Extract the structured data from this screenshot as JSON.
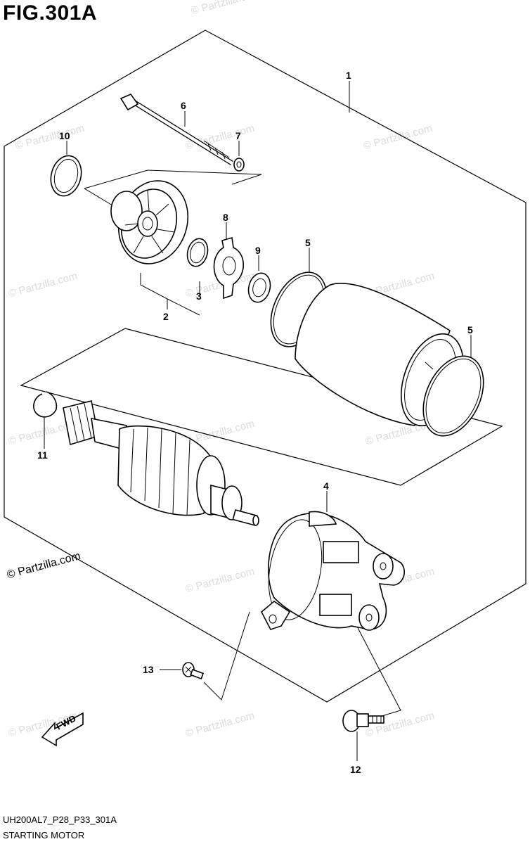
{
  "figure": {
    "title": "FIG.301A",
    "code": "UH200AL7_P28_P33_301A",
    "caption": "STARTING MOTOR",
    "copyright": "© Partzilla.com",
    "watermark": "© Partzilla.com",
    "fwd_label": "FWD"
  },
  "callouts": [
    {
      "id": "1",
      "label": "1"
    },
    {
      "id": "2",
      "label": "2"
    },
    {
      "id": "3",
      "label": "3"
    },
    {
      "id": "4",
      "label": "4"
    },
    {
      "id": "5a",
      "label": "5"
    },
    {
      "id": "5b",
      "label": "5"
    },
    {
      "id": "6",
      "label": "6"
    },
    {
      "id": "7",
      "label": "7"
    },
    {
      "id": "8",
      "label": "8"
    },
    {
      "id": "9",
      "label": "9"
    },
    {
      "id": "10",
      "label": "10"
    },
    {
      "id": "11",
      "label": "11"
    },
    {
      "id": "12",
      "label": "12"
    },
    {
      "id": "13",
      "label": "13"
    }
  ]
}
